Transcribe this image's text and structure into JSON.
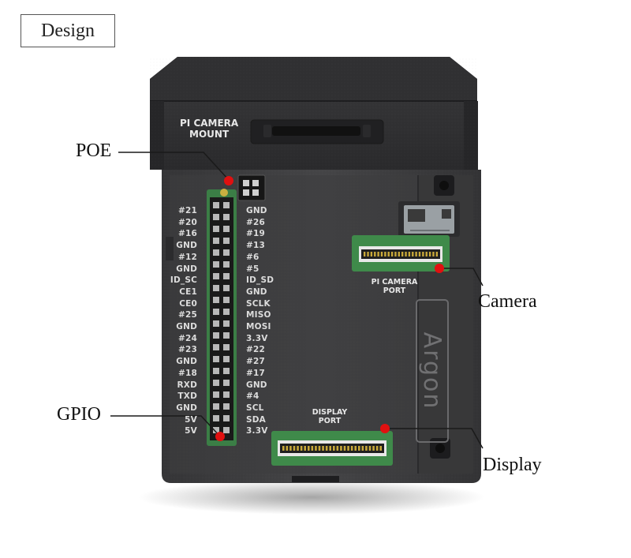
{
  "header": {
    "title": "Design"
  },
  "callouts": {
    "poe": "POE",
    "gpio": "GPIO",
    "camera": "Camera",
    "display": "Display"
  },
  "case_labels": {
    "pi_camera_mount_line1": "PI CAMERA",
    "pi_camera_mount_line2": "MOUNT",
    "pi_camera_port_line1": "PI CAMERA",
    "pi_camera_port_line2": "PORT",
    "display_port_line1": "DISPLAY",
    "display_port_line2": "PORT",
    "brand": "Argon"
  },
  "gpio_pins": {
    "left": [
      "#21",
      "#20",
      "#16",
      "GND",
      "#12",
      "GND",
      "ID_SC",
      "CE1",
      "CE0",
      "#25",
      "GND",
      "#24",
      "#23",
      "GND",
      "#18",
      "RXD",
      "TXD",
      "GND",
      "5V",
      "5V"
    ],
    "right": [
      "GND",
      "#26",
      "#19",
      "#13",
      "#6",
      "#5",
      "ID_SD",
      "GND",
      "SCLK",
      "MISO",
      "MOSI",
      "3.3V",
      "#22",
      "#27",
      "#17",
      "GND",
      "#4",
      "SCL",
      "SDA",
      "3.3V"
    ]
  },
  "colors": {
    "case": "#3b3b3d",
    "case_top": "#2e2e30",
    "callout_line": "#e01010",
    "pcb": "#3f8a4a"
  }
}
